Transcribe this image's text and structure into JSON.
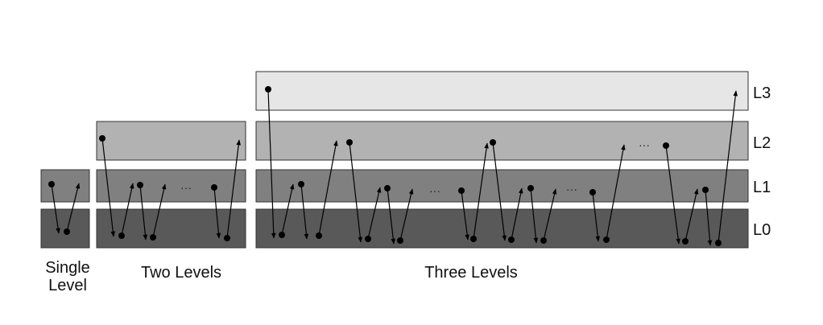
{
  "level_labels": {
    "l3": "L3",
    "l2": "L2",
    "l1": "L1",
    "l0": "L0"
  },
  "captions": {
    "single_line1": "Single",
    "single_line2": "Level",
    "two": "Two Levels",
    "three": "Three Levels"
  },
  "ellipsis": "···",
  "colors": {
    "l0": "#595959",
    "l1": "#808080",
    "l2": "#b2b2b2",
    "l3": "#e6e6e6",
    "stroke": "#000000"
  }
}
